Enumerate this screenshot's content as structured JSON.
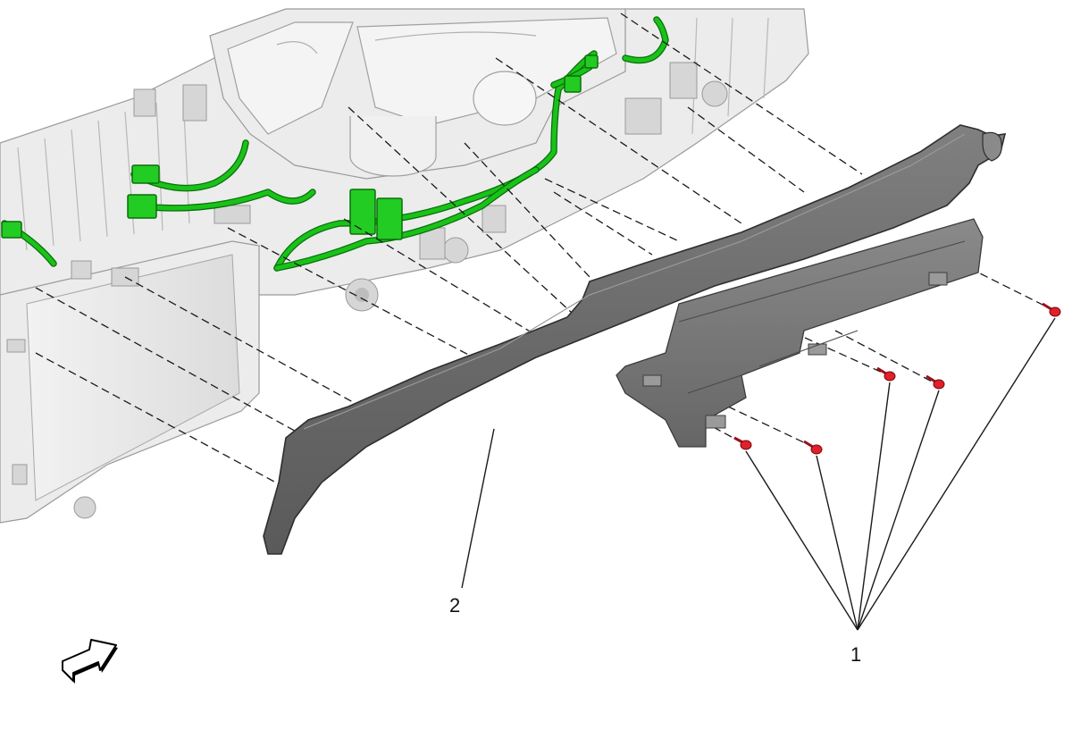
{
  "diagram": {
    "callouts": [
      {
        "id": "1",
        "label": "1"
      },
      {
        "id": "2",
        "label": "2"
      }
    ],
    "colors": {
      "fastener": "#e0202a",
      "wiring_harness": "#19c219",
      "trim_panel": "#6e6e6e",
      "carrier": "#ececec",
      "background": "#ffffff"
    },
    "icons": [
      "front-direction-arrow-icon"
    ]
  }
}
